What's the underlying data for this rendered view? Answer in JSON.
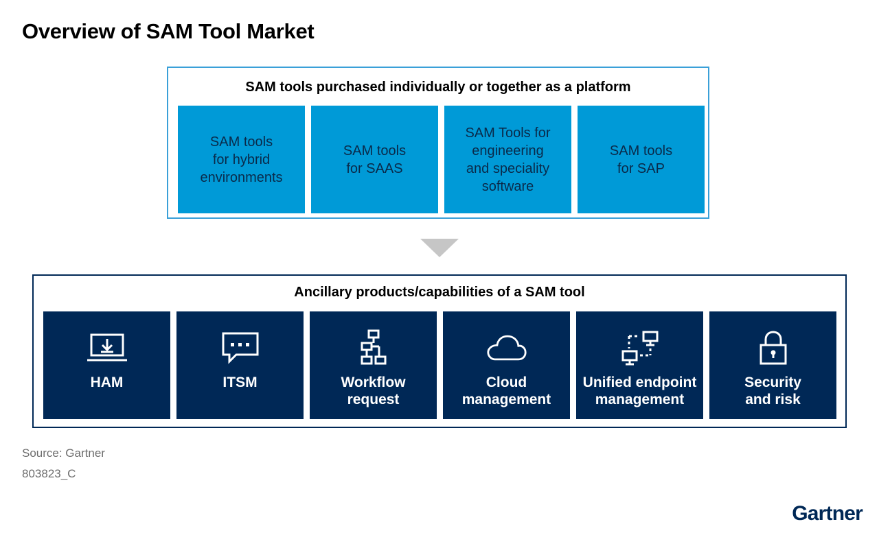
{
  "title": "Overview of SAM Tool Market",
  "top_section": {
    "heading": "SAM tools purchased individually or together as a platform",
    "boxes": [
      "SAM tools\nfor hybrid\nenvironments",
      "SAM tools\nfor SAAS",
      "SAM Tools for\nengineering\nand speciality\nsoftware",
      "SAM tools\nfor SAP"
    ]
  },
  "bottom_section": {
    "heading": "Ancillary products/capabilities of a SAM tool",
    "boxes": [
      {
        "icon": "laptop-download-icon",
        "label": "HAM"
      },
      {
        "icon": "chat-bubble-icon",
        "label": "ITSM"
      },
      {
        "icon": "workflow-icon",
        "label": "Workflow\nrequest"
      },
      {
        "icon": "cloud-icon",
        "label": "Cloud\nmanagement"
      },
      {
        "icon": "network-endpoints-icon",
        "label": "Unified endpoint\nmanagement"
      },
      {
        "icon": "lock-icon",
        "label": "Security\nand risk"
      }
    ]
  },
  "source": "Source: Gartner",
  "code": "803823_C",
  "logo": "Gartner",
  "colors": {
    "top_box": "#009ad7",
    "top_frame": "#3aa0d8",
    "bottom_box": "#002856",
    "arrow": "#c6c6c6"
  }
}
